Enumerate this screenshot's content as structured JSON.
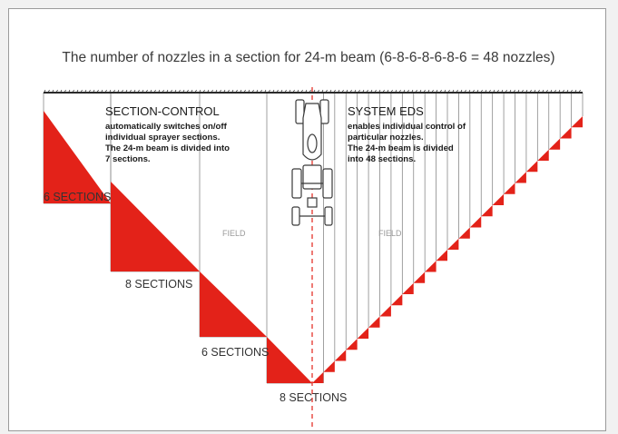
{
  "title": "The number of nozzles in a section for 24-m beam (6-8-6-8-6-8-6 = 48 nozzles)",
  "left_panel": {
    "heading": "SECTION-CONTROL",
    "desc_lines": [
      "automatically switches on/off",
      "individual sprayer sections.",
      "The 24-m beam is divided into",
      "7 sections."
    ]
  },
  "right_panel": {
    "heading": "SYSTEM EDS",
    "desc_lines": [
      "enables individual control of",
      "particular nozzles.",
      "The 24-m beam is divided",
      "into 48 sections."
    ]
  },
  "field_left": "FIELD",
  "field_right": "FIELD",
  "section_labels": [
    "6 SECTIONS",
    "8 SECTIONS",
    "6 SECTIONS",
    "8 SECTIONS"
  ],
  "colors": {
    "red": "#e32219",
    "line": "#8a8a8a",
    "beam": "#2a2a2a",
    "tractor": "#3a3a3a"
  }
}
